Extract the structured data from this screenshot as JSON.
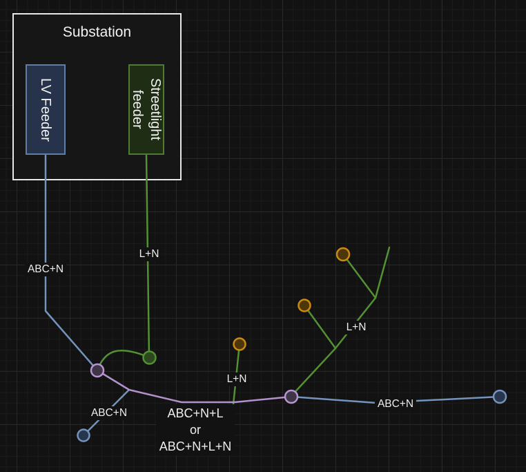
{
  "canvas": {
    "background": "#121212",
    "grid_major_color": "#272727",
    "grid_minor_color": "#1b1b1b"
  },
  "substation": {
    "title": "Substation",
    "lv_feeder_label": "LV Feeder",
    "streetlight_feeder_label": "Streetlight feeder"
  },
  "cable_labels": {
    "lv_vertical": "ABC+N",
    "streetlight_vertical": "L+N",
    "lv_branch": "ABC+N",
    "combined_line1": "ABC+N+L",
    "combined_line2": "or",
    "combined_line3": "ABC+N+L+N",
    "streetlight_small_branch": "L+N",
    "streetlight_main_branch": "L+N",
    "lv_right": "ABC+N"
  },
  "colors": {
    "lv_cable": "#7494bd",
    "streetlight_cable": "#549134",
    "combined_cable": "#b292cc",
    "lamp_node_border": "#ca8b10",
    "substation_border": "#e8e8e8",
    "lv_box_border": "#5d7fa9",
    "streetlight_box_border": "#4e7c33",
    "label_text": "#ededed"
  }
}
